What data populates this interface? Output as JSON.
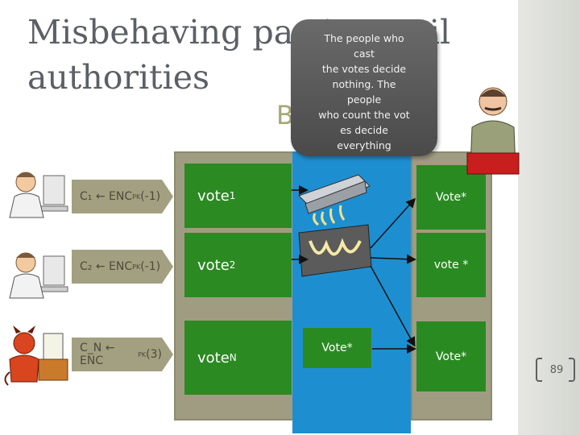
{
  "title": {
    "line1": "Misbehaving parties: evil",
    "line2": "authorities"
  },
  "board_label": "B",
  "callout": {
    "l1": "The people who",
    "l2": "cast",
    "l3": "the votes decide",
    "l4": "nothing. The",
    "l5": "people",
    "l6": "who count the vot",
    "l7": "es decide",
    "l8": "everything"
  },
  "rows": [
    {
      "enc_main": "C₁ ← ENC",
      "enc_sub": "PK",
      "enc_arg": "(-1)",
      "vote_main": "vote",
      "vote_sub": "1",
      "right": "Vote*"
    },
    {
      "enc_main": "C₂ ← ENC",
      "enc_sub": "PK",
      "enc_arg": "(-1)",
      "vote_main": "vote",
      "vote_sub": "2",
      "right": "vote *"
    },
    {
      "enc_main": "C_N ← ENC",
      "enc_sub": "PK",
      "enc_arg": "(3)",
      "vote_main": "vote",
      "vote_sub": "N",
      "right": "Vote*"
    }
  ],
  "shred_vote": "Vote*",
  "page_number": "89",
  "colors": {
    "vote_green": "#2a8a22",
    "board_blue": "#1d8fd1",
    "column_tan": "#a09c82",
    "callout_gray": "#5a5a5a"
  },
  "icons": [
    "voter-icon",
    "voter-icon",
    "devil-voter-icon",
    "shredder-icon",
    "dictator-icon"
  ]
}
